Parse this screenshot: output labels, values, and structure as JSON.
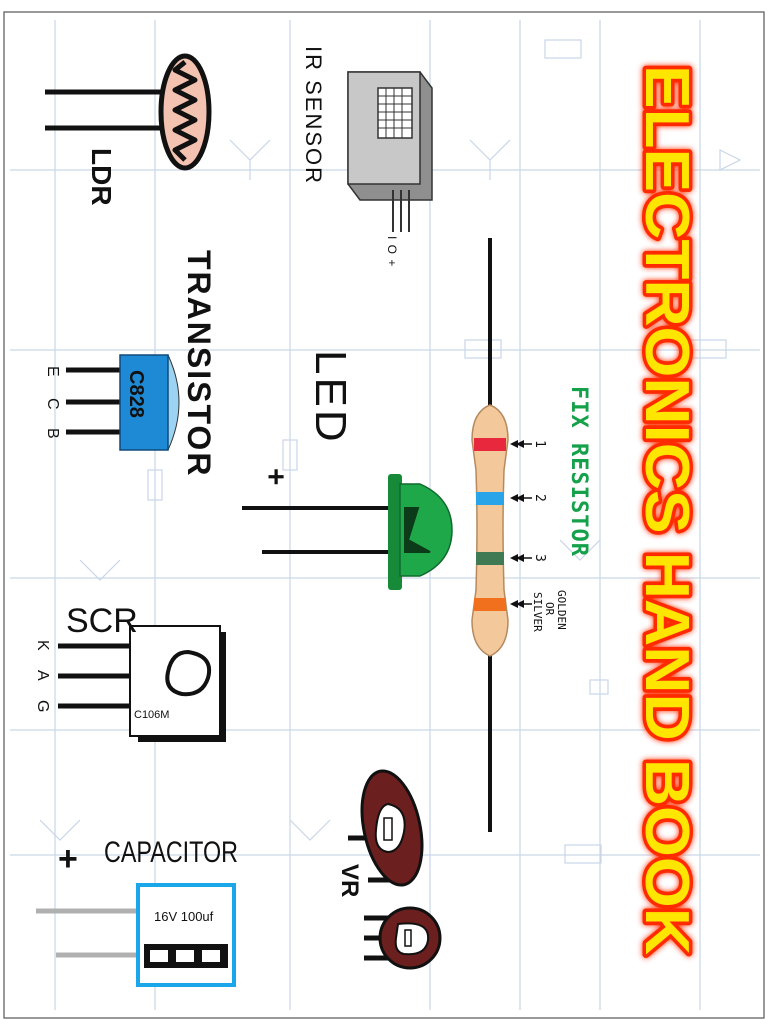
{
  "title": "ELECTRONICS HAND BOOK",
  "colors": {
    "title_fill": "#ffe600",
    "title_glow": "#ff2a00",
    "grid_line": "#c9d6e8",
    "resistor_body": "#f3c89a",
    "transistor_body": "#1e8ad6",
    "led_body": "#1fa84a",
    "capacitor_border": "#1aa6e8",
    "vr_body": "#6b1f1f",
    "fix_resistor_label": "#15a04a"
  },
  "components": {
    "ldr": {
      "label": "LDR"
    },
    "ir_sensor": {
      "label": "IR SENSOR",
      "pins": "I O +"
    },
    "transistor": {
      "label": "TRANSISTOR",
      "part": "C828",
      "pins": [
        "E",
        "C",
        "B"
      ]
    },
    "led": {
      "label": "LED",
      "polarity": "+"
    },
    "fix_resistor": {
      "label": "FIX RESISTOR",
      "bands": [
        "1",
        "2",
        "3",
        "GOLDEN",
        "OR",
        "SILVER"
      ],
      "band_colors": [
        "#e8283c",
        "#2aa4e8",
        "#3f7a55",
        "#f0701e"
      ]
    },
    "scr": {
      "label": "SCR",
      "part": "C106M",
      "pins": [
        "K",
        "A",
        "G"
      ]
    },
    "capacitor": {
      "label": "CAPACITOR",
      "polarity": "+",
      "value": "16V 100uf"
    },
    "vr": {
      "label": "VR"
    }
  }
}
